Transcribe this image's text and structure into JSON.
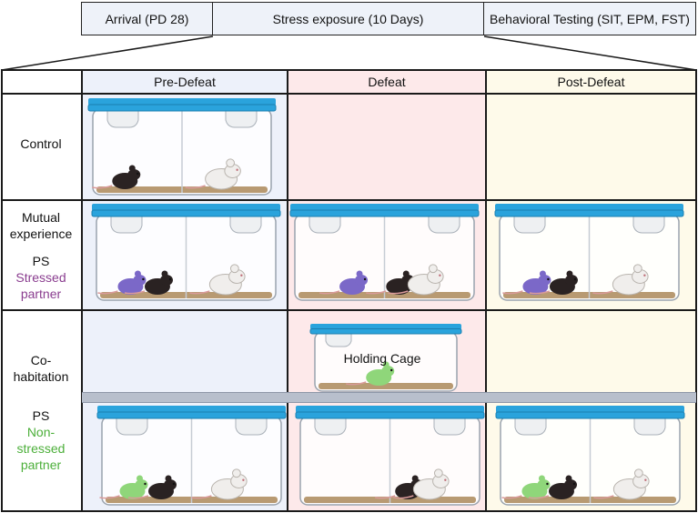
{
  "timeline": {
    "arrival": "Arrival (PD 28)",
    "stress": "Stress exposure (10 Days)",
    "testing": "Behavioral Testing  (SIT, EPM, FST)"
  },
  "columns": {
    "pre": "Pre-Defeat",
    "defeat": "Defeat",
    "post": "Post-Defeat"
  },
  "rows": {
    "control": "Control",
    "mutual_1": "Mutual",
    "mutual_2": "experience",
    "ps1": "PS",
    "stressed_1": "Stressed",
    "stressed_2": "partner",
    "cohab_1": "Co-",
    "cohab_2": "habitation",
    "ps2": "PS",
    "nonstressed_1": "Non-",
    "nonstressed_2": "stressed",
    "nonstressed_3": "partner"
  },
  "holding_cage": "Holding Cage",
  "colors": {
    "pre_bg": "#edf1fa",
    "defeat_bg": "#fde9ea",
    "post_bg": "#fefaea",
    "lid": "#2aa3dc",
    "stressed_mouse": "#7b68c8",
    "nonstressed_mouse": "#8fd67a",
    "black_mouse": "#2a2222",
    "white_mouse": "#f0eeec"
  }
}
